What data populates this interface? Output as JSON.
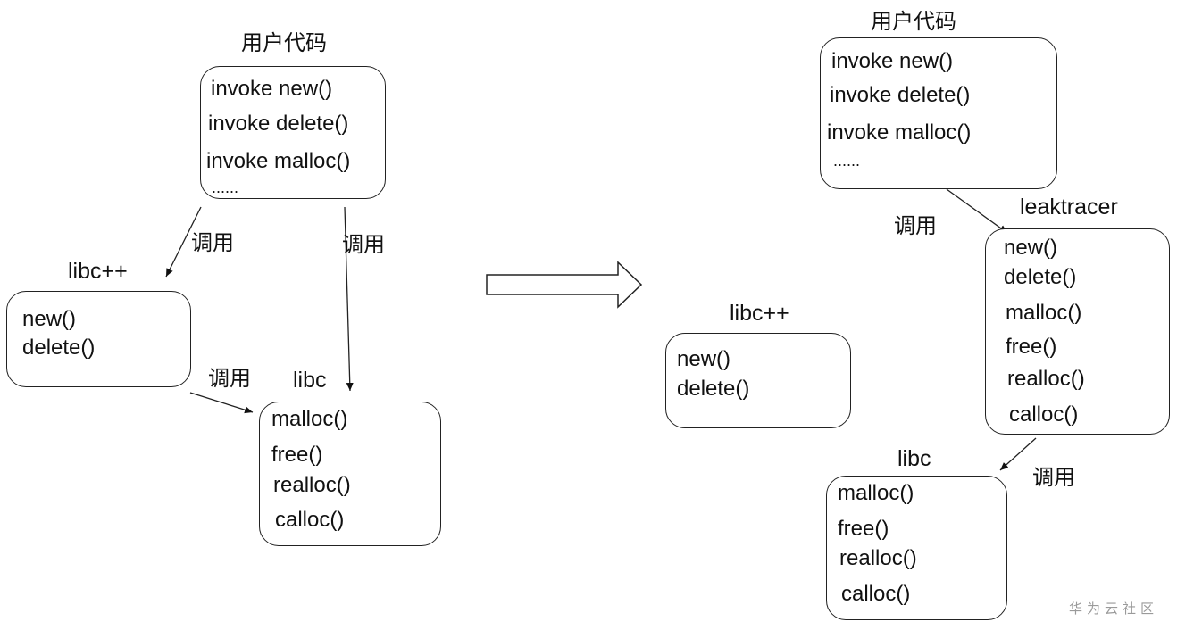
{
  "left": {
    "user": {
      "title": "用户代码",
      "lines": [
        "invoke new()",
        "invoke delete()",
        "invoke malloc()",
        "......"
      ]
    },
    "libcpp": {
      "title": "libc++",
      "lines": [
        "new()",
        "delete()"
      ]
    },
    "libc": {
      "title": "libc",
      "lines": [
        "malloc()",
        "free()",
        "realloc()",
        "calloc()"
      ]
    },
    "arrow_labels": [
      "调用",
      "调用",
      "调用"
    ]
  },
  "right": {
    "user": {
      "title": "用户代码",
      "lines": [
        "invoke new()",
        "invoke delete()",
        "invoke malloc()",
        "......"
      ]
    },
    "leaktracer": {
      "title": "leaktracer",
      "lines": [
        "new()",
        "delete()",
        "malloc()",
        "free()",
        "realloc()",
        "calloc()"
      ]
    },
    "libcpp": {
      "title": "libc++",
      "lines": [
        "new()",
        "delete()"
      ]
    },
    "libc": {
      "title": "libc",
      "lines": [
        "malloc()",
        "free()",
        "realloc()",
        "calloc()"
      ]
    },
    "arrow_labels": [
      "调用",
      "调用"
    ]
  },
  "watermark": "华为云社区"
}
